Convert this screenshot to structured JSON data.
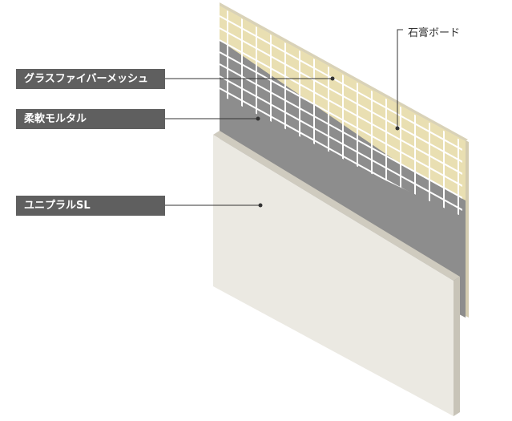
{
  "labels": {
    "glass_fiber_mesh": "グラスファイバーメッシュ",
    "flexible_mortar": "柔軟モルタル",
    "unipral_sl": "ユニプラルSL",
    "gypsum_board": "石膏ボード"
  },
  "colors": {
    "gypsum_board": "#e9dfb2",
    "mesh_lines": "#ffffff",
    "mortar": "#8d8d8d",
    "unipral_face": "#ebe9e2",
    "label_box": "#5f5f5f",
    "leader_line": "#333333"
  }
}
